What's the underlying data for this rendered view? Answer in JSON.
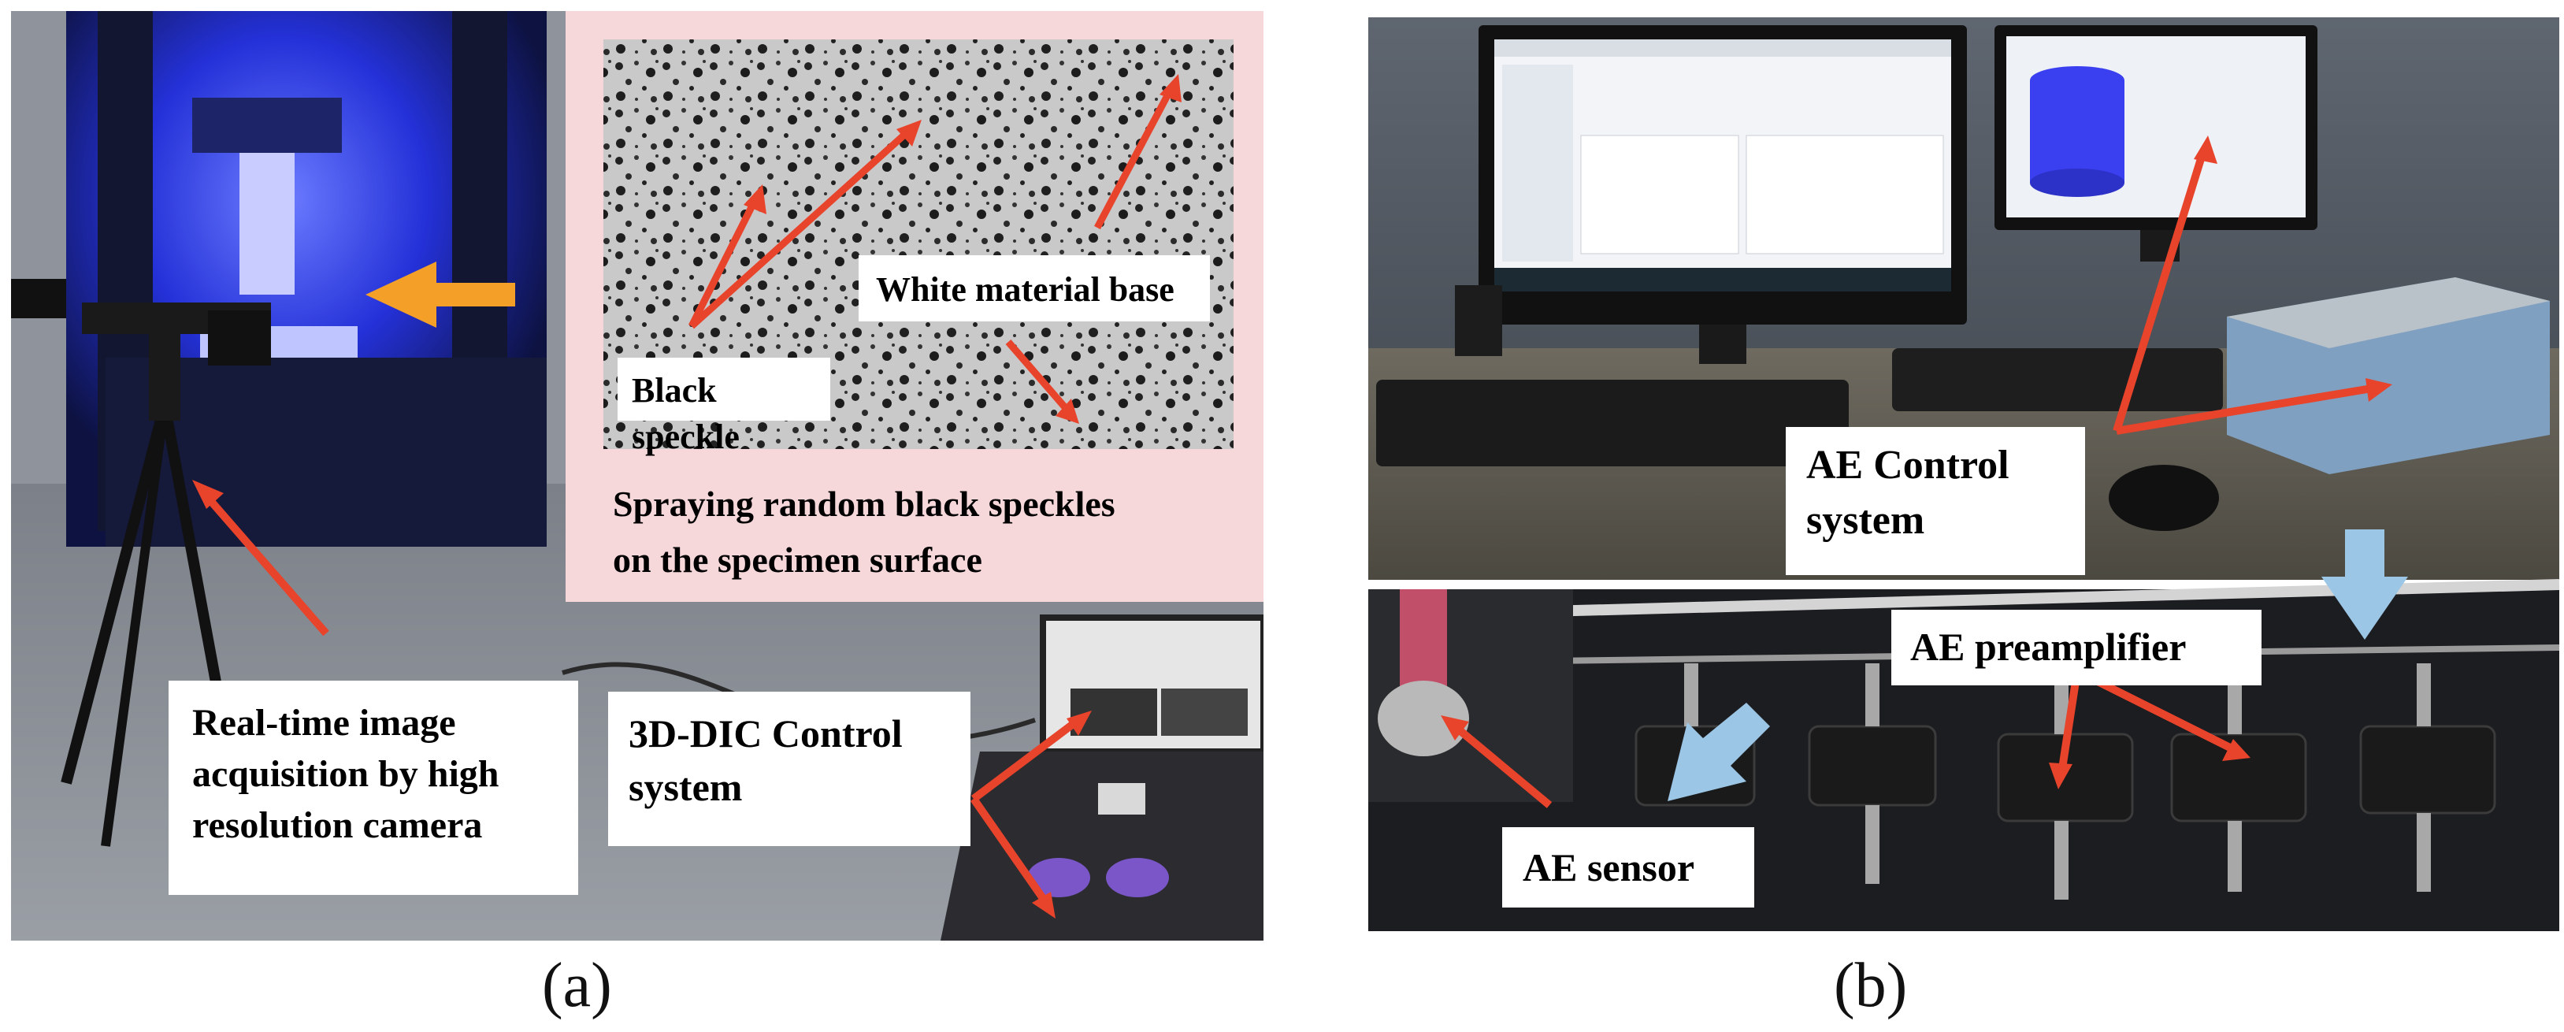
{
  "panels": [
    {
      "caption": "(a)",
      "speckle_inset": {
        "caption_line1": "Spraying random black speckles",
        "caption_line2": "on the specimen surface",
        "black_speckle_label": "Black speckle",
        "white_base_label": "White material base"
      },
      "camera_label": [
        "Real-time image",
        "acquisition by high",
        "resolution camera"
      ],
      "dic_label": [
        "3D-DIC Control",
        "system"
      ]
    },
    {
      "caption": "(b)",
      "ae_control_label": [
        "AE Control",
        "system"
      ],
      "ae_preamp_label": "AE preamplifier",
      "ae_sensor_label": "AE sensor"
    }
  ],
  "colors": {
    "arrow_red": "#e8432b",
    "arrow_orange": "#f4a028",
    "arrow_blue": "#9cc6e6",
    "inset_pink": "#f6d7da",
    "lab_blue_light": "#2a3cff"
  }
}
